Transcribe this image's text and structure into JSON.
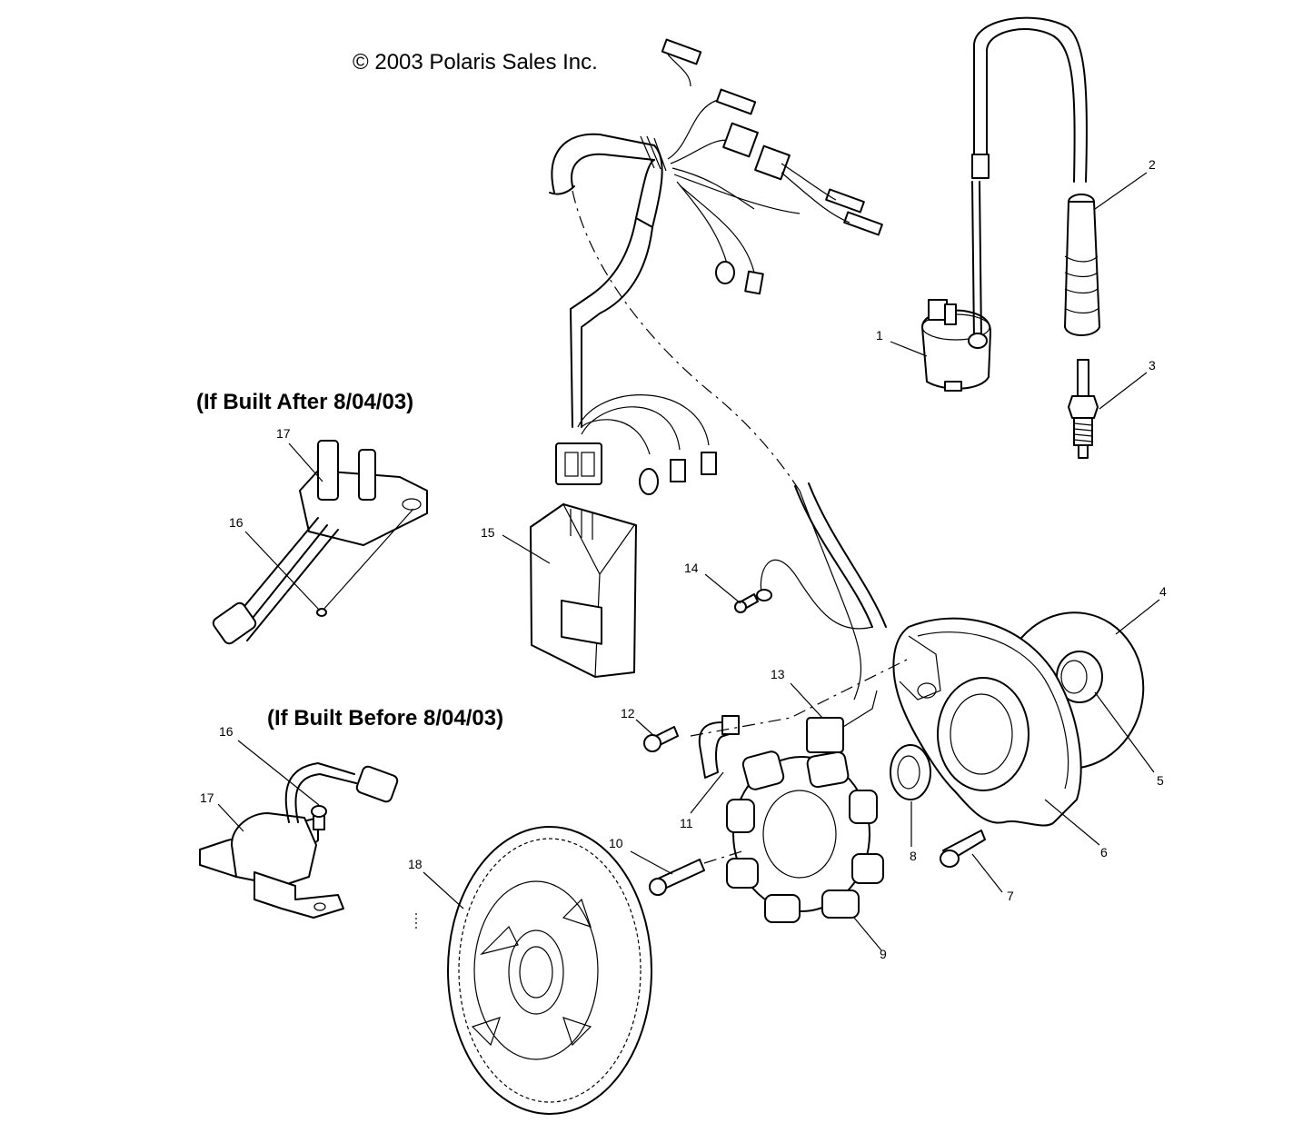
{
  "copyright": "© 2003 Polaris Sales Inc.",
  "headings": {
    "after": "(If Built After 8/04/03)",
    "before": "(If Built Before 8/04/03)"
  },
  "callouts": {
    "c1": "1",
    "c2": "2",
    "c3": "3",
    "c4": "4",
    "c5": "5",
    "c6": "6",
    "c7": "7",
    "c8": "8",
    "c9": "9",
    "c10": "10",
    "c11": "11",
    "c12": "12",
    "c13": "13",
    "c14": "14",
    "c15": "15",
    "c16a": "16",
    "c16b": "16",
    "c17a": "17",
    "c17b": "17",
    "c18": "18"
  }
}
